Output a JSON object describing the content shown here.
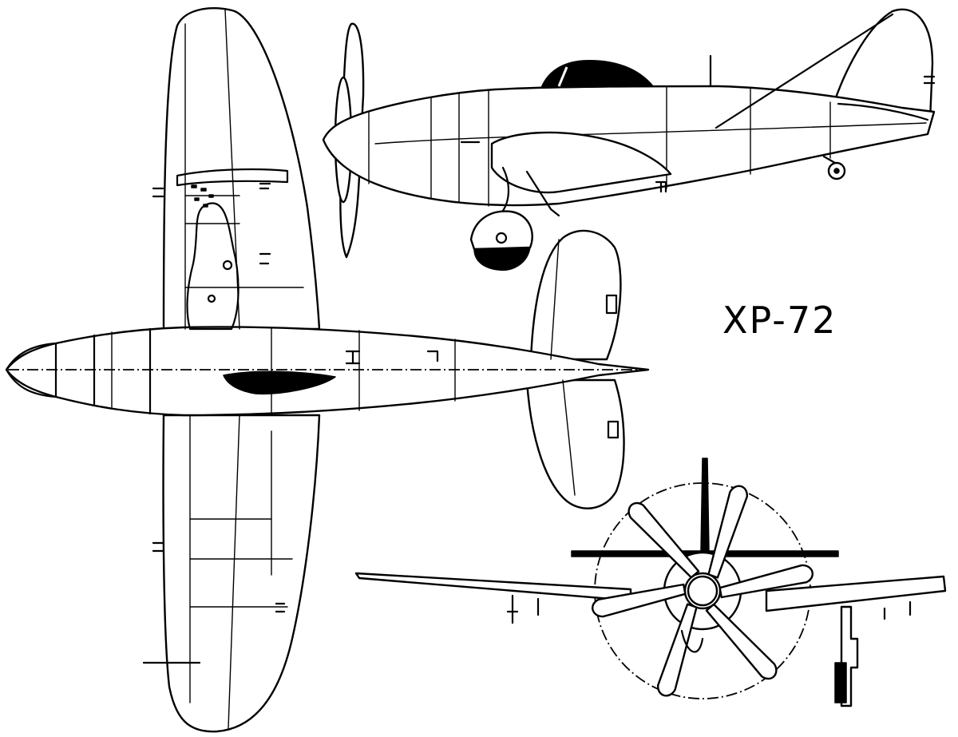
{
  "drawing": {
    "designation": "XP-72",
    "ink_color": "#000000",
    "paper_color": "#ffffff",
    "views": [
      "side-view",
      "top-view",
      "front-view"
    ]
  }
}
